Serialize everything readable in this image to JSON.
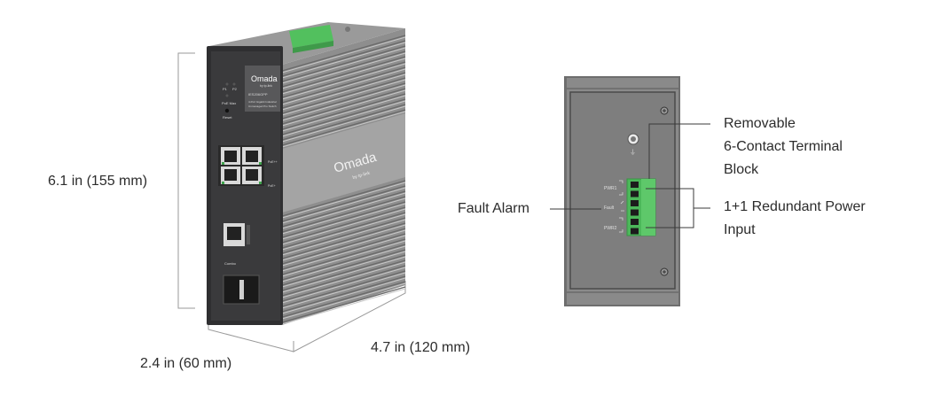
{
  "dimensions": {
    "height": "6.1 in (155 mm)",
    "depth": "2.4 in (60 mm)",
    "width": "4.7 in (120 mm)"
  },
  "front_device": {
    "brand": "Omada",
    "brand_sub": "by tp-link",
    "side_brand": "Omada",
    "side_brand_sub": "by tp-link",
    "led_labels": [
      "P1",
      "P2"
    ],
    "button_labels": [
      "PoE Max",
      "Reset"
    ],
    "model": "IES206GPP",
    "description_lines": [
      "4-Port Gigabit Industrial",
      "Unmanaged Pro Switch"
    ],
    "port_labels": [
      "PoE++",
      "PoE+"
    ],
    "combo_label": "Combo"
  },
  "top_panel": {
    "terminal_labels": [
      "PWR1",
      "Fault",
      "PWR2"
    ],
    "ground_symbol": "⏚",
    "callouts": {
      "terminal_block": [
        "Removable",
        "6-Contact Terminal",
        "Block"
      ],
      "fault_alarm": "Fault Alarm",
      "redundant_power": [
        "1+1 Redundant Power",
        "Input"
      ]
    }
  },
  "colors": {
    "terminal_green": "#4cb85a",
    "body_dark": "#3a3a3c",
    "body_gray": "#8a8a8a",
    "panel_gray": "#7c7c7c"
  }
}
